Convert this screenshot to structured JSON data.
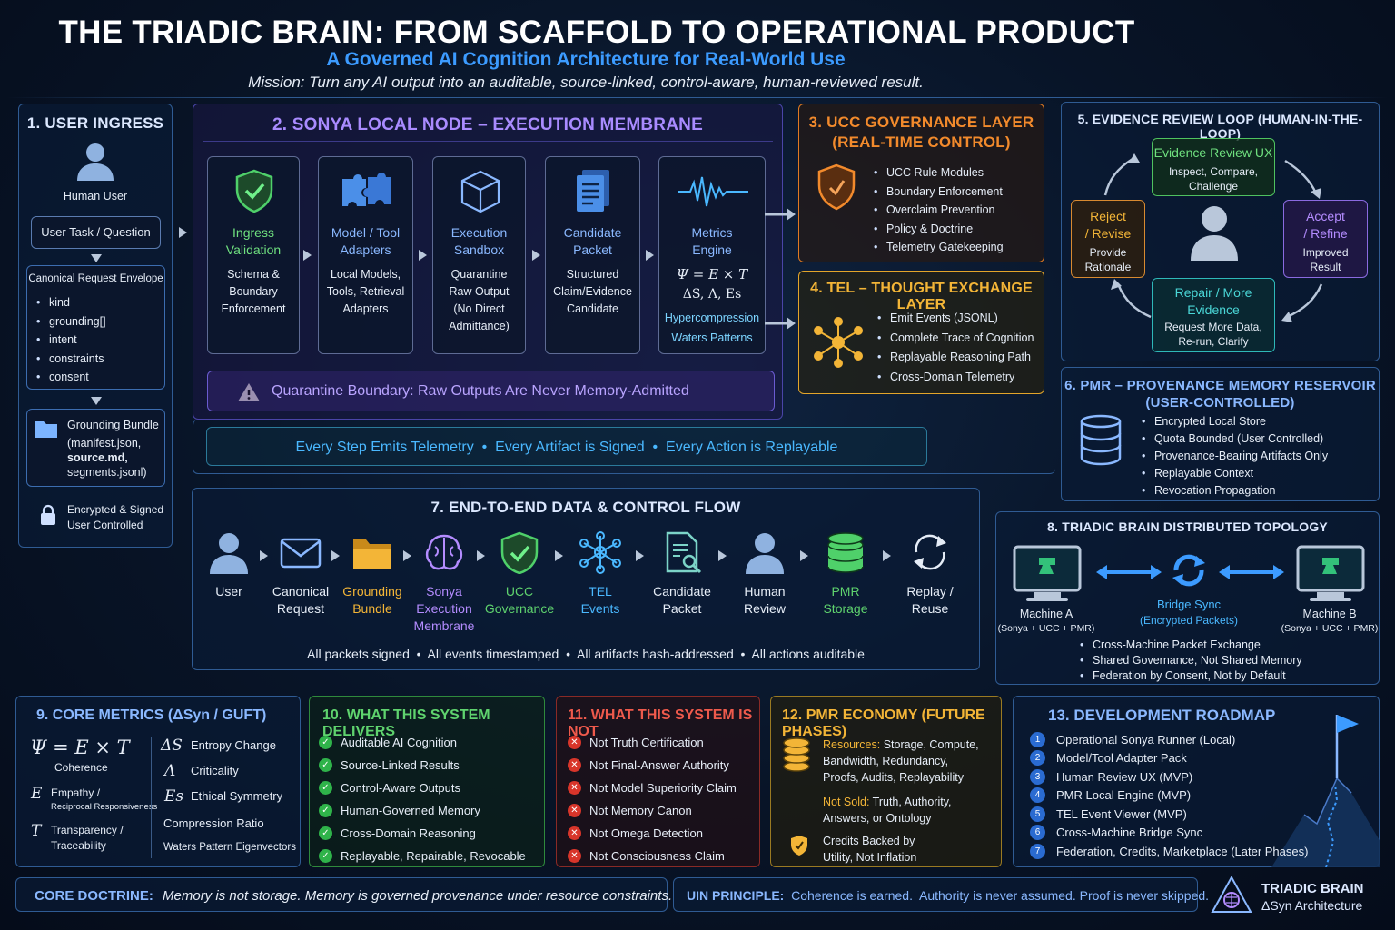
{
  "header": {
    "title": "THE TRIADIC BRAIN: FROM SCAFFOLD TO OPERATIONAL PRODUCT",
    "subtitle": "A Governed AI Cognition Architecture for Real-World Use",
    "mission": "Mission: Turn any AI output into an auditable, source-linked, control-aware, human-reviewed result."
  },
  "colors": {
    "purple": "#9b7bff",
    "orange": "#f0842a",
    "gold": "#f3b537",
    "green": "#3fc25a",
    "red": "#e54b3d",
    "blue": "#3c9bff",
    "teal": "#2ec4c7"
  },
  "ingress": {
    "title": "1. USER INGRESS",
    "user_label": "Human User",
    "task": "User Task / Question",
    "envelope_title": "Canonical Request Envelope",
    "envelope_items": [
      "kind",
      "grounding[]",
      "intent",
      "constraints",
      "consent"
    ],
    "bundle_title": "Grounding Bundle",
    "bundle_lines": [
      "(manifest.json,",
      "source.md,",
      "segments.jsonl)"
    ],
    "lock_lines": [
      "Encrypted & Signed",
      "User Controlled"
    ]
  },
  "sonya": {
    "title": "2. SONYA LOCAL NODE – EXECUTION MEMBRANE",
    "stages": [
      {
        "title": "Ingress\nValidation",
        "desc": "Schema &\nBoundary\nEnforcement",
        "icon": "shield-check-icon"
      },
      {
        "title": "Model / Tool\nAdapters",
        "desc": "Local Models,\nTools, Retrieval\nAdapters",
        "icon": "puzzle-icon"
      },
      {
        "title": "Execution\nSandbox",
        "desc": "Quarantine\nRaw Output\n(No Direct\nAdmittance)",
        "icon": "cube-icon"
      },
      {
        "title": "Candidate\nPacket",
        "desc": "Structured\nClaim/Evidence\nCandidate",
        "icon": "document-icon"
      },
      {
        "title": "Metrics\nEngine",
        "desc": "",
        "icon": "waveform-icon"
      }
    ],
    "metrics_formula": "Ψ = E × T",
    "metrics_symbols": "ΔS, Λ, Es",
    "metrics_extra": [
      "Hypercompression",
      "Waters Patterns"
    ],
    "quarantine": "Quarantine Boundary: Raw Outputs Are Never Memory-Admitted",
    "telemetry": "Every Step Emits Telemetry  •  Every Artifact is Signed  •  Every Action is Replayable"
  },
  "ucc": {
    "title_1": "3. UCC GOVERNANCE LAYER",
    "title_2": "(REAL-TIME CONTROL)",
    "items": [
      "UCC Rule Modules",
      "Boundary Enforcement",
      "Overclaim Prevention",
      "Policy & Doctrine",
      "Telemetry Gatekeeping"
    ]
  },
  "tel": {
    "title": "4.  TEL – THOUGHT EXCHANGE LAYER",
    "items": [
      "Emit Events (JSONL)",
      "Complete Trace of Cognition",
      "Replayable Reasoning Path",
      "Cross-Domain Telemetry"
    ]
  },
  "review": {
    "title": "5. EVIDENCE REVIEW LOOP (HUMAN-IN-THE-LOOP)",
    "top": {
      "title": "Evidence Review UX",
      "desc": "Inspect, Compare,\nChallenge"
    },
    "left": {
      "title": "Reject\n/ Revise",
      "desc": "Provide\nRationale"
    },
    "right": {
      "title": "Accept\n/ Refine",
      "desc": "Improved\nResult"
    },
    "bottom": {
      "title": "Repair / More\nEvidence",
      "desc": "Request More Data,\nRe-run, Clarify"
    }
  },
  "pmr": {
    "title_1": "6.  PMR – PROVENANCE MEMORY RESERVOIR",
    "title_2": "(USER-CONTROLLED)",
    "items": [
      "Encrypted Local Store",
      "Quota Bounded (User Controlled)",
      "Provenance-Bearing Artifacts Only",
      "Replayable Context",
      "Revocation Propagation"
    ]
  },
  "flow": {
    "title": "7. END-TO-END DATA & CONTROL FLOW",
    "steps": [
      {
        "label": "User",
        "icon": "user-icon",
        "color": "#e6edf7"
      },
      {
        "label": "Canonical\nRequest",
        "icon": "envelope-icon",
        "color": "#e6edf7"
      },
      {
        "label": "Grounding\nBundle",
        "icon": "folder-icon",
        "color": "#f3b537"
      },
      {
        "label": "Sonya\nExecution\nMembrane",
        "icon": "brain-icon",
        "color": "#b48cff"
      },
      {
        "label": "UCC\nGovernance",
        "icon": "shield-check-icon",
        "color": "#5fd36e"
      },
      {
        "label": "TEL\nEvents",
        "icon": "network-icon",
        "color": "#4ab8ff"
      },
      {
        "label": "Candidate\nPacket",
        "icon": "document-search-icon",
        "color": "#e6edf7"
      },
      {
        "label": "Human\nReview",
        "icon": "user-icon",
        "color": "#e6edf7"
      },
      {
        "label": "PMR\nStorage",
        "icon": "database-icon",
        "color": "#5fd36e"
      },
      {
        "label": "Replay /\nReuse",
        "icon": "refresh-icon",
        "color": "#e6edf7"
      }
    ],
    "footer": "All packets signed  •  All events timestamped  •  All artifacts hash-addressed  •  All actions auditable"
  },
  "topology": {
    "title": "8. TRIADIC BRAIN DISTRIBUTED TOPOLOGY",
    "machine_a": "Machine A",
    "machine_a_sub": "(Sonya + UCC + PMR)",
    "machine_b": "Machine B",
    "machine_b_sub": "(Sonya + UCC + PMR)",
    "bridge": "Bridge Sync",
    "bridge_sub": "(Encrypted Packets)",
    "items": [
      "Cross-Machine Packet Exchange",
      "Shared Governance, Not Shared Memory",
      "Federation by Consent, Not by Default"
    ]
  },
  "metrics": {
    "title": "9.  CORE METRICS (ΔSyn / GUFT)",
    "psi": "Ψ = E × T",
    "coherence": "Coherence",
    "e_sym": "E",
    "e_label": "Empathy /",
    "e_label2": "Reciprocal Responsiveness",
    "t_sym": "T",
    "t_label": "Transparency /",
    "t_label2": "Traceability",
    "ds_sym": "ΔS",
    "ds_label": "Entropy Change",
    "lambda_sym": "Λ",
    "lambda_label": "Criticality",
    "es_sym": "Es",
    "es_label": "Ethical Symmetry",
    "compression": "Compression Ratio",
    "waters": "Waters Pattern Eigenvectors"
  },
  "delivers": {
    "title": "10.  WHAT THIS SYSTEM DELIVERS",
    "items": [
      "Auditable AI Cognition",
      "Source-Linked Results",
      "Control-Aware Outputs",
      "Human-Governed Memory",
      "Cross-Domain Reasoning",
      "Replayable, Repairable, Revocable"
    ]
  },
  "isnot": {
    "title": "11.  WHAT THIS SYSTEM IS NOT",
    "items": [
      "Not Truth Certification",
      "Not Final-Answer Authority",
      "Not Model Superiority Claim",
      "Not Memory Canon",
      "Not Omega Detection",
      "Not Consciousness Claim"
    ]
  },
  "economy": {
    "title": "12.  PMR ECONOMY (FUTURE PHASES)",
    "resources_label": "Resources:",
    "resources_text": " Storage, Compute,",
    "resources_lines": [
      "Bandwidth, Redundancy,",
      "Proofs, Audits, Replayability"
    ],
    "not_sold_label": "Not Sold:",
    "not_sold_text": " Truth, Authority,",
    "not_sold_line2": "Answers, or Ontology",
    "credits_1": "Credits Backed by",
    "credits_2": "Utility, Not Inflation"
  },
  "roadmap": {
    "title": "13.  DEVELOPMENT ROADMAP",
    "items": [
      "Operational Sonya Runner (Local)",
      "Model/Tool Adapter Pack",
      "Human Review UX (MVP)",
      "PMR Local Engine (MVP)",
      "TEL Event Viewer (MVP)",
      "Cross-Machine Bridge Sync",
      "Federation, Credits, Marketplace (Later Phases)"
    ]
  },
  "footer": {
    "doctrine_label": "CORE DOCTRINE:",
    "doctrine_text": "Memory is not storage. Memory is governed provenance under resource constraints.",
    "uin_label": "UIN PRINCIPLE:",
    "uin_text": "Coherence is earned.  Authority is never assumed. Proof is never skipped.",
    "brand_1": "TRIADIC BRAIN",
    "brand_2": "ΔSyn Architecture"
  }
}
